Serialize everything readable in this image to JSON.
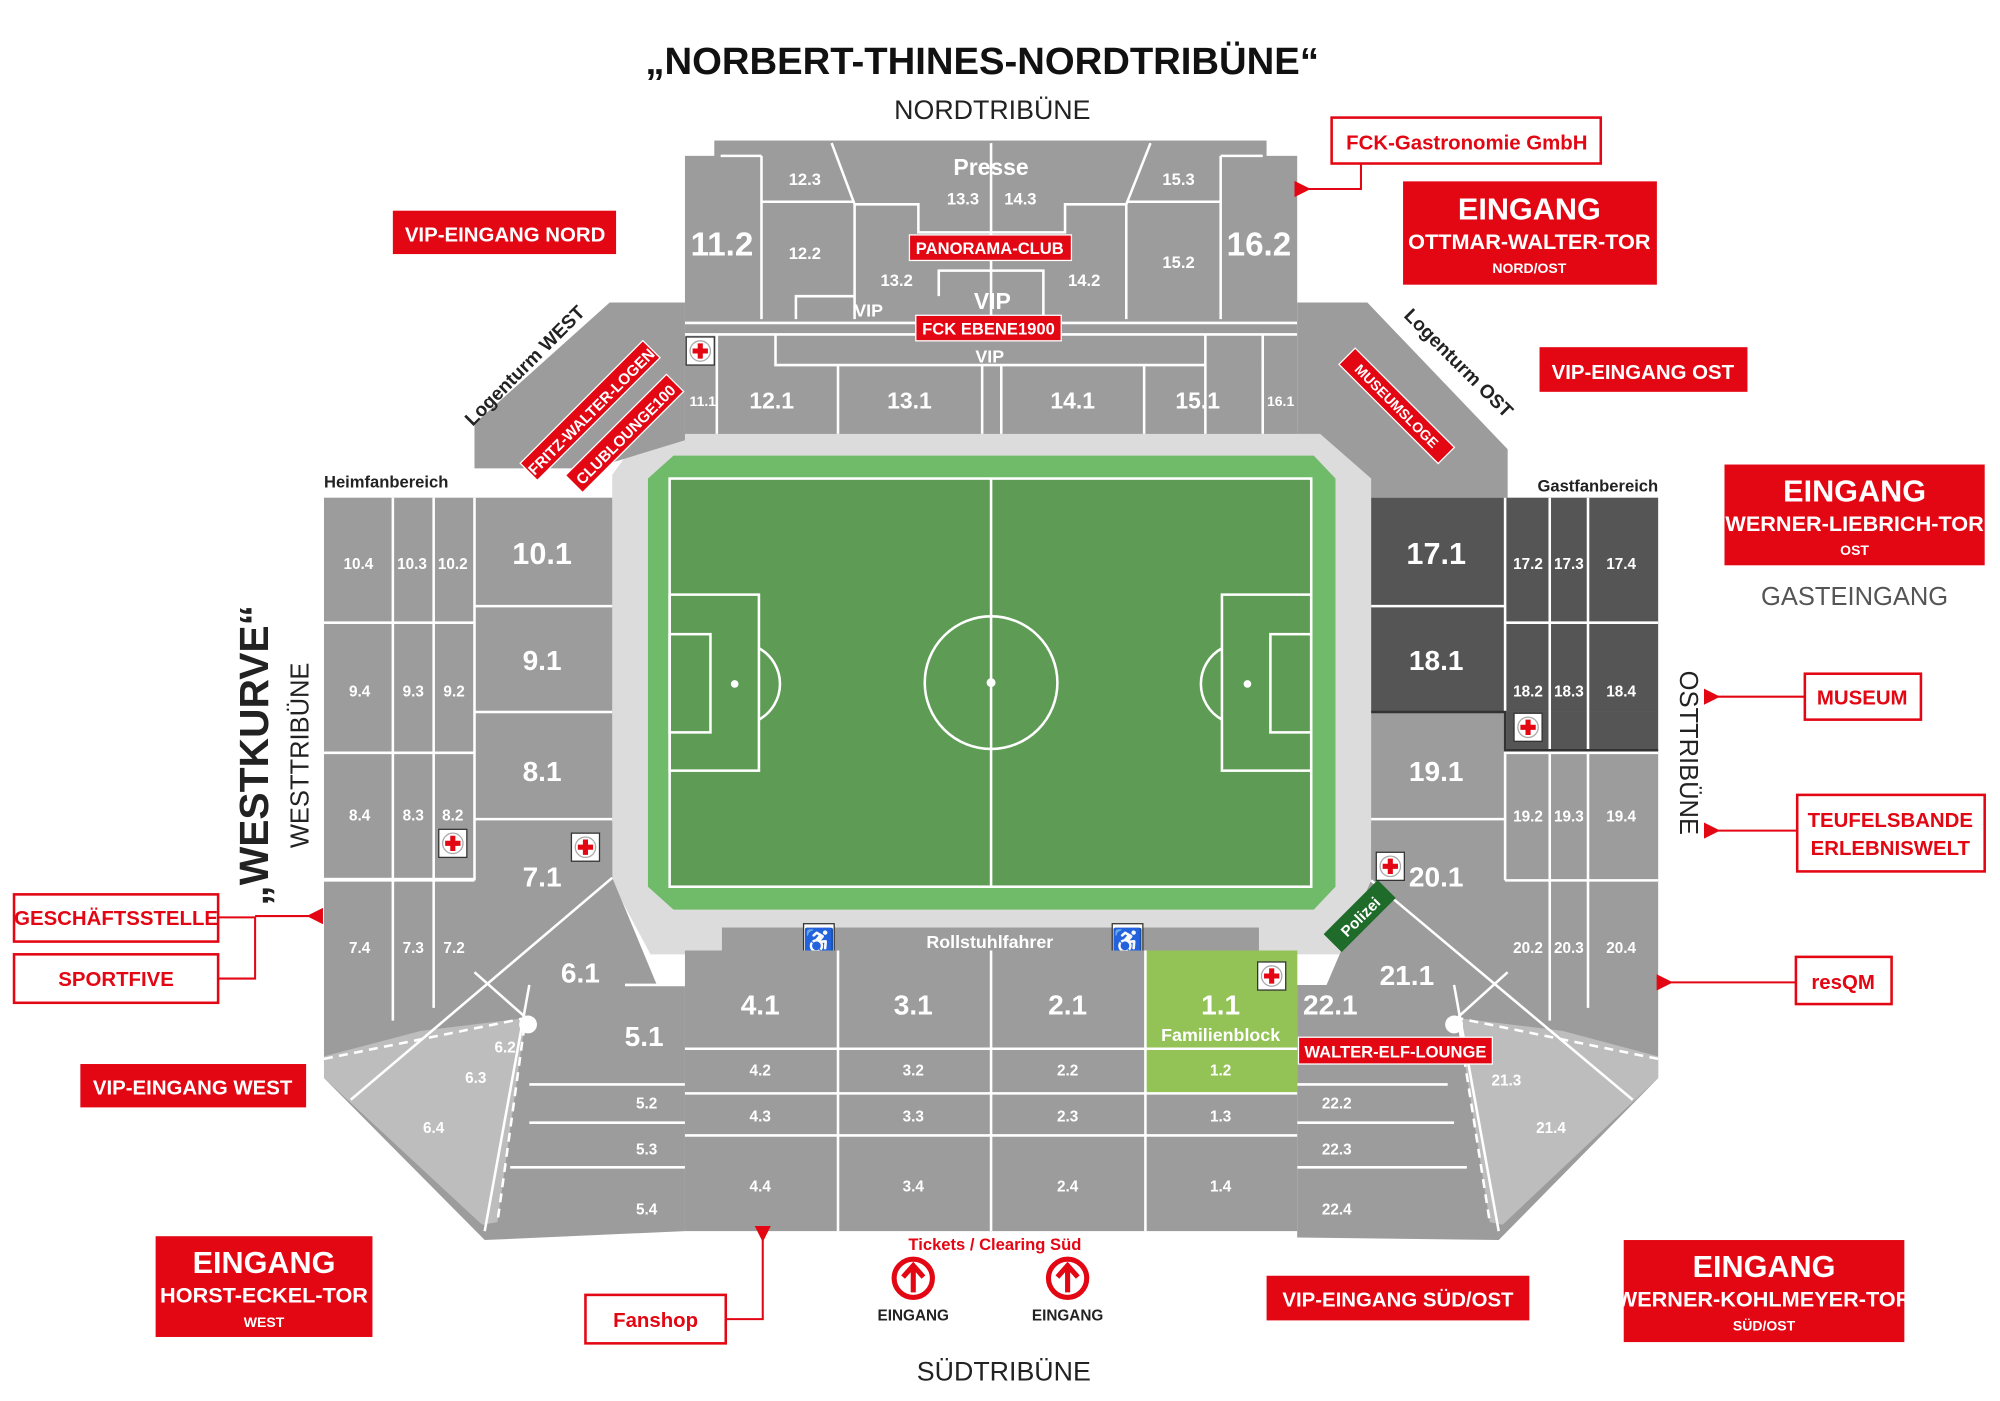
{
  "title": "„NORBERT-THINES-NORDTRIBÜNE“",
  "stands": {
    "north": "NORDTRIBÜNE",
    "south": "SÜDTRIBÜNE",
    "west": "WESTTRIBÜNE",
    "west_curve": "„WESTKURVE“",
    "east": "OSTTRIBÜNE"
  },
  "areas": {
    "logenturm_west": "Logenturm WEST",
    "logenturm_ost": "Logenturm OST",
    "heimfan": "Heimfanbereich",
    "gastfan": "Gastfanbereich",
    "rollstuhl": "Rollstuhlfahrer",
    "familienblock": "Familienblock",
    "polizei": "Polizei"
  },
  "lounges": {
    "panorama": "PANORAMA-CLUB",
    "ebene1900": "FCK EBENE1900",
    "fritz_walter": "FRITZ-WALTER-LOGEN",
    "clublounge": "CLUBLOUNGE100",
    "museumsloge": "MUSEUMSLOGE",
    "walter_elf": "WALTER-ELF-LOUNGE"
  },
  "north": [
    "11.2",
    "12.3",
    "12.2",
    "Presse",
    "13.3",
    "14.3",
    "13.2",
    "14.2",
    "VIP",
    "VIP",
    "15.3",
    "15.2",
    "16.2",
    "VIP",
    "11.1",
    "12.1",
    "13.1",
    "14.1",
    "15.1",
    "16.1"
  ],
  "west": [
    "10.4",
    "10.3",
    "10.2",
    "10.1",
    "9.4",
    "9.3",
    "9.2",
    "9.1",
    "8.4",
    "8.3",
    "8.2",
    "8.1",
    "7.4",
    "7.3",
    "7.2",
    "7.1",
    "6.1",
    "6.2",
    "6.3",
    "6.4",
    "5.1",
    "5.2",
    "5.3",
    "5.4"
  ],
  "south": [
    "4.1",
    "4.2",
    "4.3",
    "4.4",
    "3.1",
    "3.2",
    "3.3",
    "3.4",
    "2.1",
    "2.2",
    "2.3",
    "2.4",
    "1.1",
    "1.2",
    "1.3",
    "1.4"
  ],
  "east": [
    "17.1",
    "17.2",
    "17.3",
    "17.4",
    "18.1",
    "18.2",
    "18.3",
    "18.4",
    "19.1",
    "19.2",
    "19.3",
    "19.4",
    "20.1",
    "20.2",
    "20.3",
    "20.4",
    "21.1",
    "21.3",
    "21.4",
    "22.1",
    "22.2",
    "22.3",
    "22.4"
  ],
  "entrances": {
    "vip_nord": "VIP-EINGANG NORD",
    "vip_ost": "VIP-EINGANG OST",
    "vip_west": "VIP-EINGANG WEST",
    "vip_sued_ost": "VIP-EINGANG SÜD/OST",
    "ottmar": {
      "title": "EINGANG",
      "name": "OTTMAR-WALTER-TOR",
      "side": "NORD/OST"
    },
    "liebrich": {
      "title": "EINGANG",
      "name": "WERNER-LIEBRICH-TOR",
      "side": "OST"
    },
    "gasteingang": "GASTEINGANG",
    "eckel": {
      "title": "EINGANG",
      "name": "HORST-ECKEL-TOR",
      "side": "WEST"
    },
    "kohlmeyer": {
      "title": "EINGANG",
      "name": "WERNER-KOHLMEYER-TOR",
      "side": "SÜD/OST"
    },
    "tickets": "Tickets / Clearing Süd",
    "south_gate_1": "EINGANG",
    "south_gate_2": "EINGANG"
  },
  "facilities": {
    "gastronomie": "FCK-Gastronomie GmbH",
    "museum": "MUSEUM",
    "teufelsbande_1": "TEUFELSBANDE",
    "teufelsbande_2": "ERLEBNISWELT",
    "resqm": "resQM",
    "geschaeftsstelle": "GESCHÄFTSSTELLE",
    "sportfive": "SPORTFIVE",
    "fanshop": "Fanshop"
  },
  "colors": {
    "red": "#e30613",
    "grey": "#9c9c9c",
    "dark": "#555555",
    "pitch": "#5e9b55",
    "family": "#93c256"
  }
}
